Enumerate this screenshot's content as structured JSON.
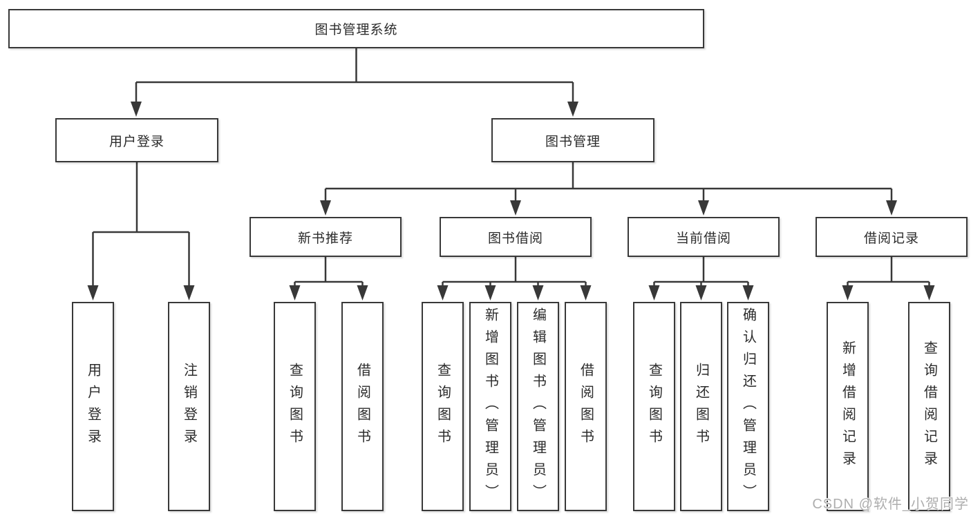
{
  "colors": {
    "line": "#383838",
    "box_border": "#383838",
    "text": "#2b2b2b",
    "watermark": "#aeaeae",
    "background": "#ffffff"
  },
  "root": {
    "label": "图书管理系统"
  },
  "level2": [
    {
      "label": "用户登录"
    },
    {
      "label": "图书管理"
    }
  ],
  "level3": [
    {
      "label": "新书推荐"
    },
    {
      "label": "图书借阅"
    },
    {
      "label": "当前借阅"
    },
    {
      "label": "借阅记录"
    }
  ],
  "leaves": {
    "user_login": [
      "用户登录",
      "注销登录"
    ],
    "new_books": [
      "查询图书",
      "借阅图书"
    ],
    "borrowing": [
      "查询图书",
      "新增图书（管理员）",
      "编辑图书（管理员）",
      "借阅图书"
    ],
    "current": [
      "查询图书",
      "归还图书",
      "确认归还（管理员）"
    ],
    "records": [
      "新增借阅记录",
      "查询借阅记录"
    ]
  },
  "watermark": "CSDN @软件_小贺同学"
}
